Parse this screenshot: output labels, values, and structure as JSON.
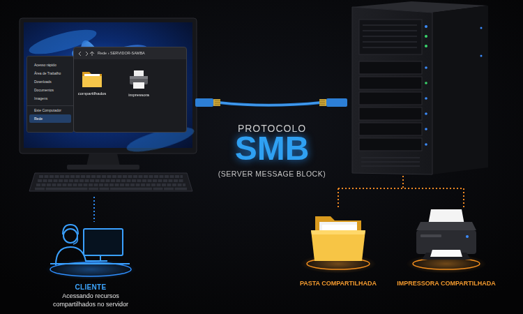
{
  "diagram": {
    "nodes": [
      {
        "text": [
          "Acesso rápido",
          "Área de Trabalho",
          "Downloads",
          "Documentos",
          "Imagens",
          "Este Computador",
          "Rede"
        ]
      },
      {
        "text": [
          "Rede › SERVIDOR-SAMBA"
        ]
      },
      {
        "text": [
          "compartilhados"
        ],
        "in": 1
      },
      {
        "text": [
          "impressora"
        ],
        "in": 1
      },
      {
        "text": [
          "CLIENTE",
          "Acessando recursos compartilhados no servidor"
        ]
      },
      {
        "text": [
          "PASTA COMPARTILHADA"
        ]
      },
      {
        "text": [
          "IMPRESSORA COMPARTILHADA"
        ]
      }
    ],
    "labels": [
      "PROTOCOLO",
      "SMB",
      "(SERVER MESSAGE BLOCK)"
    ]
  }
}
